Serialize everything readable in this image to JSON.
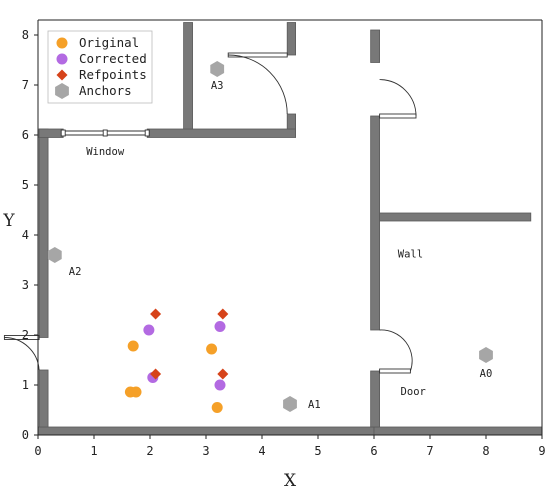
{
  "chart_data": {
    "type": "scatter",
    "title": "",
    "xlabel": "X",
    "ylabel": "Y",
    "xlim": [
      0,
      9
    ],
    "ylim": [
      0,
      8.3
    ],
    "xticks": [
      0,
      1,
      2,
      3,
      4,
      5,
      6,
      7,
      8,
      9
    ],
    "yticks": [
      0,
      1,
      2,
      3,
      4,
      5,
      6,
      7,
      8
    ],
    "grid": false,
    "legend": "top-left",
    "series": [
      {
        "name": "Original",
        "marker": "circle",
        "color": "#f5a028",
        "points": [
          [
            1.7,
            1.78
          ],
          [
            1.65,
            0.86
          ],
          [
            1.75,
            0.86
          ],
          [
            3.1,
            1.72
          ],
          [
            3.2,
            0.55
          ]
        ]
      },
      {
        "name": "Corrected",
        "marker": "circle",
        "color": "#b36ae2",
        "points": [
          [
            1.98,
            2.1
          ],
          [
            2.05,
            1.15
          ],
          [
            3.25,
            2.17
          ],
          [
            3.25,
            1.0
          ]
        ]
      },
      {
        "name": "Refpoints",
        "marker": "diamond",
        "color": "#d6431a",
        "points": [
          [
            2.1,
            2.42
          ],
          [
            2.1,
            1.22
          ],
          [
            3.3,
            2.42
          ],
          [
            3.3,
            1.22
          ]
        ]
      },
      {
        "name": "Anchors",
        "marker": "hexagon",
        "color": "#a6a6a6",
        "points": [
          [
            8.0,
            1.6
          ],
          [
            4.5,
            0.62
          ],
          [
            0.3,
            3.6
          ],
          [
            3.2,
            7.32
          ]
        ]
      }
    ],
    "annotations": {
      "anchors": [
        "A0",
        "A1",
        "A2",
        "A3"
      ],
      "window": "Window",
      "wall": "Wall",
      "door": "Door"
    }
  },
  "colors": {
    "wall": "#787878",
    "axis": "#222222"
  }
}
